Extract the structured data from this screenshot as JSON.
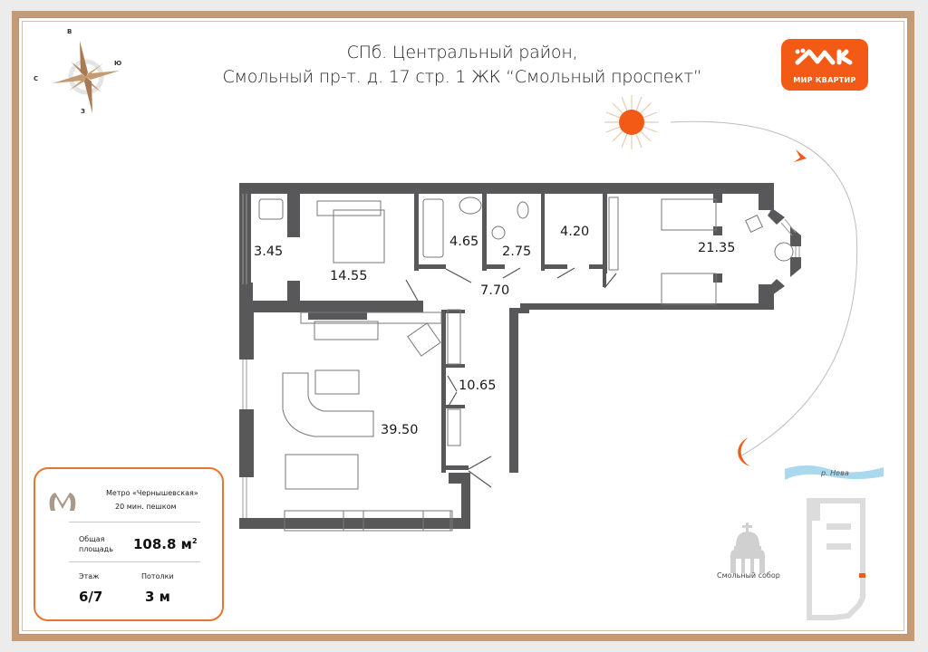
{
  "header": {
    "title_line1": "СПб. Центральный район,",
    "title_line2": "Смольный пр-т. д. 17 стр. 1 ЖК “Смольный проспект”"
  },
  "logo": {
    "text": "МИР КВАРТИР",
    "color": "#f25a16"
  },
  "compass": {
    "north_label": "В",
    "east_label": "Ю",
    "south_label": "З",
    "west_label": "С"
  },
  "floorplan": {
    "rooms": [
      {
        "id": "balcony",
        "area": "3.45"
      },
      {
        "id": "bedroom-1",
        "area": "14.55"
      },
      {
        "id": "bathroom",
        "area": "4.65"
      },
      {
        "id": "toilet",
        "area": "2.75"
      },
      {
        "id": "storage",
        "area": "4.20"
      },
      {
        "id": "bedroom-2",
        "area": "21.35"
      },
      {
        "id": "corridor",
        "area": "7.70"
      },
      {
        "id": "hall",
        "area": "10.65"
      },
      {
        "id": "living-kitchen",
        "area": "39.50"
      }
    ],
    "wall_color": "#58585a"
  },
  "info_card": {
    "metro_name": "Метро «Чернышевская»",
    "metro_walk": "20 мин. пешком",
    "area_label_line1": "Общая",
    "area_label_line2": "площадь",
    "area_value": "108.8 м",
    "area_unit_sup": "2",
    "floor_label": "Этаж",
    "floor_value": "6/7",
    "ceiling_label": "Потолки",
    "ceiling_value": "3 м",
    "accent_color": "#e8742e"
  },
  "location_map": {
    "river_label": "р. Нева",
    "landmark_label": "Смольный собор"
  },
  "colors": {
    "frame": "#c49a77",
    "sun": "#f25a16",
    "river": "#a9d8ef"
  }
}
